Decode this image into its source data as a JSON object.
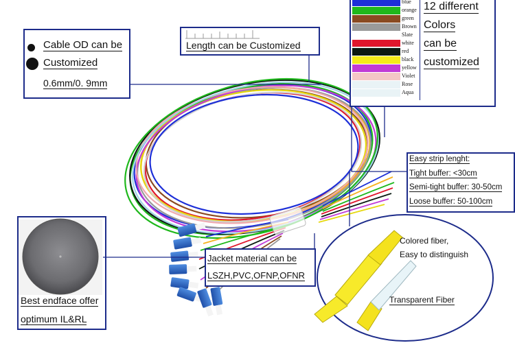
{
  "cable_od": {
    "line1": "Cable OD can be",
    "line2": "Customized",
    "line3": "0.6mm/0. 9mm"
  },
  "length": {
    "label": "Length can be Customized"
  },
  "colors": {
    "line1": "12 different",
    "line2": "Colors",
    "line3": "can be",
    "line4": "customized",
    "swatches": [
      {
        "name": "blue",
        "hex": "#1d2fd8"
      },
      {
        "name": "orange",
        "hex": "#f6b21e"
      },
      {
        "name": "green",
        "hex": "#1fb81c"
      },
      {
        "name": "Brown",
        "hex": "#8a4a22"
      },
      {
        "name": "Slate",
        "hex": "#9a9a9a"
      },
      {
        "name": "white",
        "hex": "#ffffff"
      },
      {
        "name": "red",
        "hex": "#e0162c"
      },
      {
        "name": "black",
        "hex": "#0c1a12"
      },
      {
        "name": "yellow",
        "hex": "#f4ec1a"
      },
      {
        "name": "Violet",
        "hex": "#c13bd6"
      },
      {
        "name": "Rose",
        "hex": "#f4c6c6"
      },
      {
        "name": "Aqua",
        "hex": "#e9f3f6"
      }
    ]
  },
  "strip": {
    "title": "Easy strip lenght:",
    "tight": "Tight buffer: <30cm",
    "semi": "Semi-tight buffer: 30-50cm",
    "loose": "Loose buffer: 50-100cm"
  },
  "fiber_detail": {
    "colored_line1": "Colored fiber,",
    "colored_line2": "Easy to distinguish",
    "transparent": "Transparent Fiber"
  },
  "endface": {
    "line1": "Best endface offer",
    "line2": "optimum IL&RL"
  },
  "jacket": {
    "line1": "Jacket material can be",
    "line2": "LSZH,PVC,OFNP,OFNR"
  }
}
